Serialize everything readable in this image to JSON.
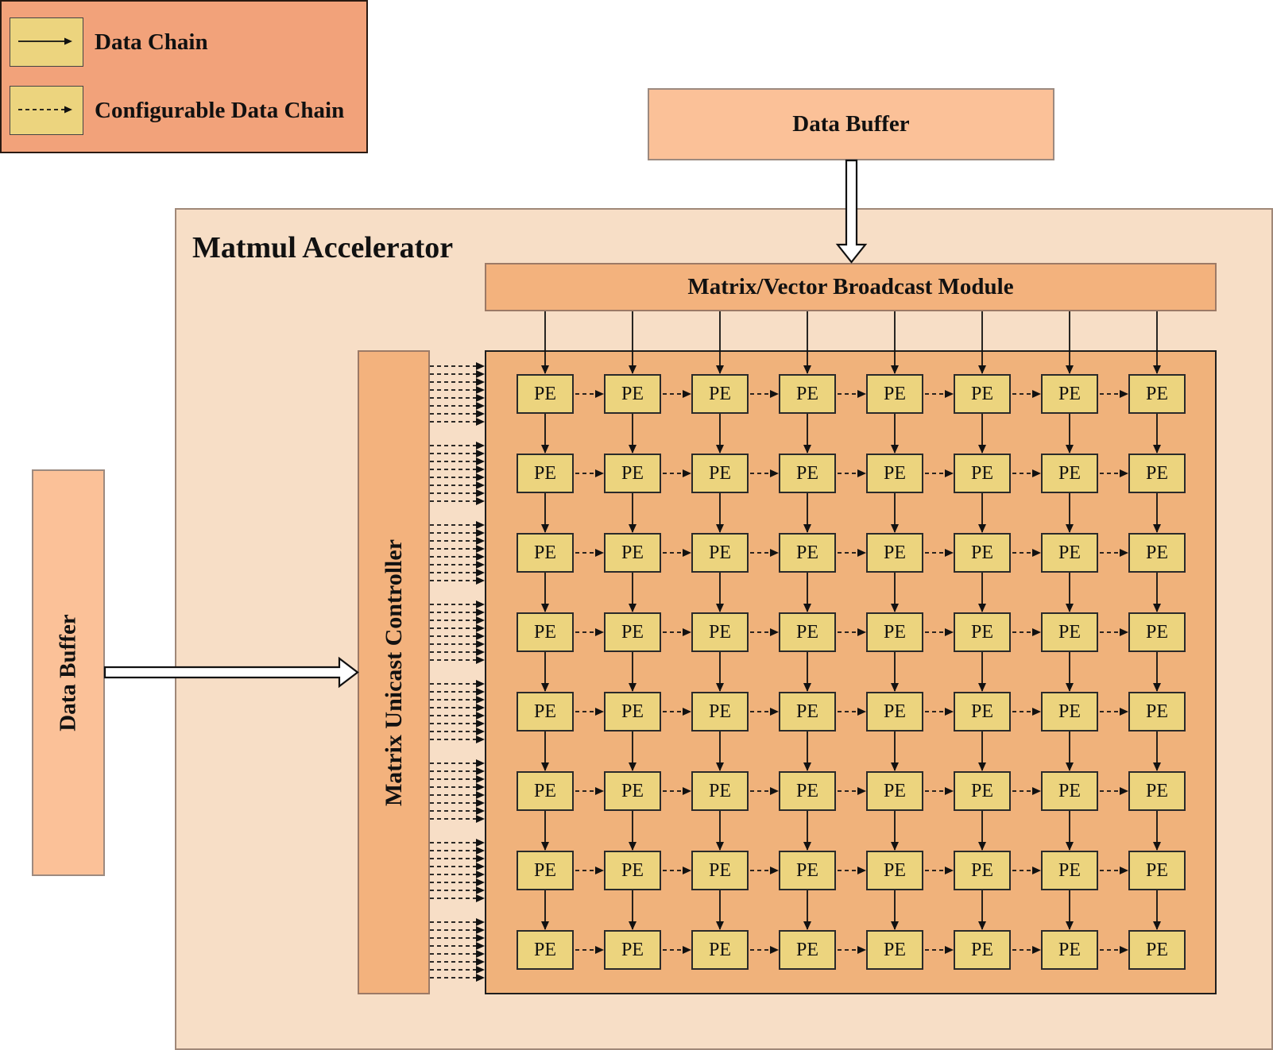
{
  "legend": {
    "items": [
      {
        "label": "Data Chain",
        "style": "solid"
      },
      {
        "label": "Configurable Data Chain",
        "style": "dashed"
      }
    ]
  },
  "accelerator": {
    "title": "Matmul Accelerator",
    "broadcast_module": "Matrix/Vector Broadcast Module",
    "unicast_controller": "Matrix Unicast Controller",
    "pe_grid": {
      "rows": 8,
      "cols": 8,
      "pe_label": "PE"
    }
  },
  "top_buffer": {
    "label": "Data Buffer"
  },
  "left_buffer": {
    "label": "Data Buffer"
  },
  "colors": {
    "legend_bg": "#f2a27a",
    "accelerator_bg": "#f7dec6",
    "buffer_bg": "#fbc198",
    "module_bg": "#f3b27d",
    "pe_array_bg": "#f0b27b",
    "pe_bg": "#ecd47e"
  }
}
